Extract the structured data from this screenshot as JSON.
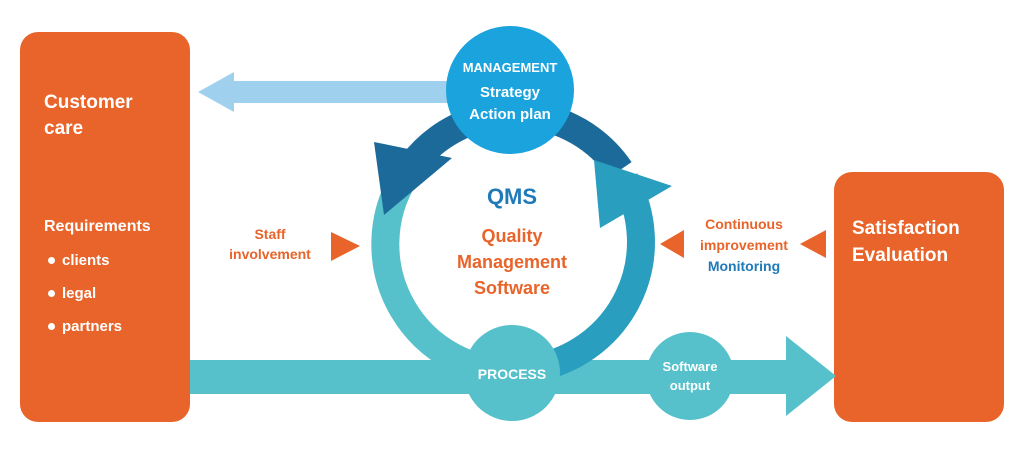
{
  "colors": {
    "orange": "#e8642a",
    "light_blue": "#9fd1ee",
    "teal": "#56c0cb",
    "dark_blue": "#1c6a99",
    "mid_teal": "#2a9ebf",
    "management_blue": "#1aa3dc"
  },
  "customer_box": {
    "title": "Customer care",
    "requirements_title": "Requirements",
    "requirements": [
      "clients",
      "legal",
      "partners"
    ]
  },
  "satisfaction_box": {
    "line1": "Satisfaction",
    "line2": "Evaluation"
  },
  "management": {
    "title": "MANAGEMENT",
    "line1": "Strategy",
    "line2": "Action plan"
  },
  "center": {
    "abbr": "QMS",
    "line1": "Quality",
    "line2": "Management",
    "line3": "Software"
  },
  "staff": {
    "line1": "Staff",
    "line2": "involvement"
  },
  "improvement": {
    "line1": "Continuous",
    "line2": "improvement",
    "line3": "Monitoring"
  },
  "process": {
    "label": "PROCESS"
  },
  "output": {
    "line1": "Software",
    "line2": "output"
  }
}
